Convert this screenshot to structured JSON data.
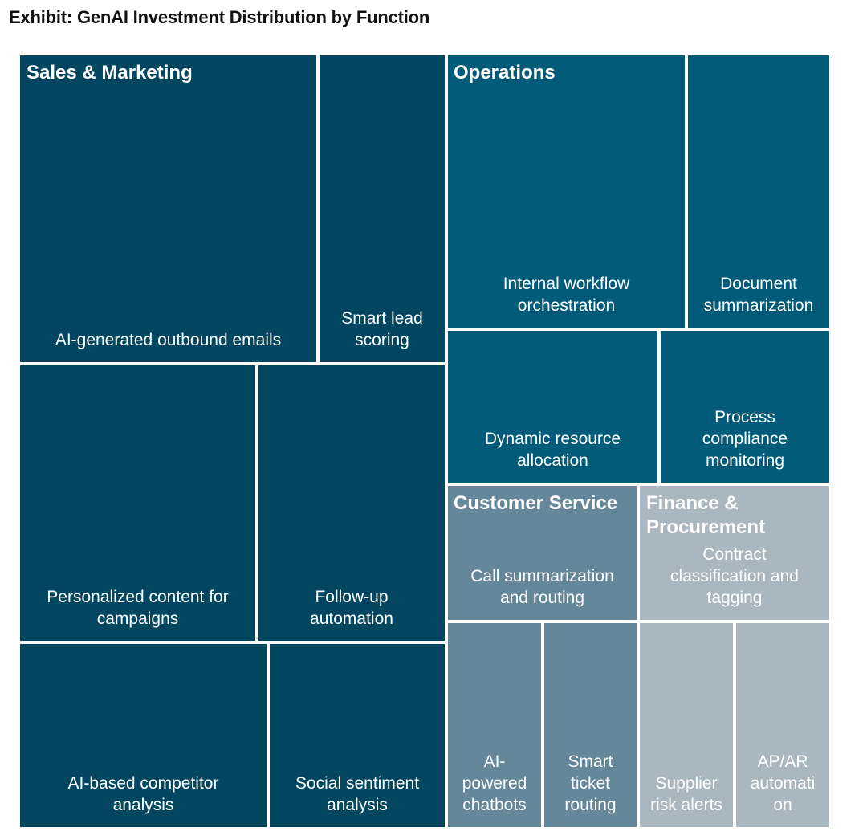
{
  "chart_data": {
    "type": "treemap",
    "title": "Exhibit: GenAI Investment Distribution by Function",
    "groups": [
      {
        "name": "Sales & Marketing",
        "color": "#02475f",
        "items": [
          "AI-generated outbound emails",
          "Smart lead scoring",
          "Personalized content for campaigns",
          "Follow-up automation",
          "AI-based competitor analysis",
          "Social sentiment analysis"
        ]
      },
      {
        "name": "Operations",
        "color": "#035b7a",
        "items": [
          "Internal workflow orchestration",
          "Document summarization",
          "Dynamic resource allocation",
          "Process compliance monitoring"
        ]
      },
      {
        "name": "Customer Service",
        "color": "#64879a",
        "items": [
          "Call summarization and routing",
          "AI-powered chatbots",
          "Smart ticket routing"
        ]
      },
      {
        "name": "Finance & Procurement",
        "color": "#a9b7c1",
        "items": [
          "Contract classification and tagging",
          "Supplier risk alerts",
          "AP/AR automation"
        ]
      }
    ]
  }
}
